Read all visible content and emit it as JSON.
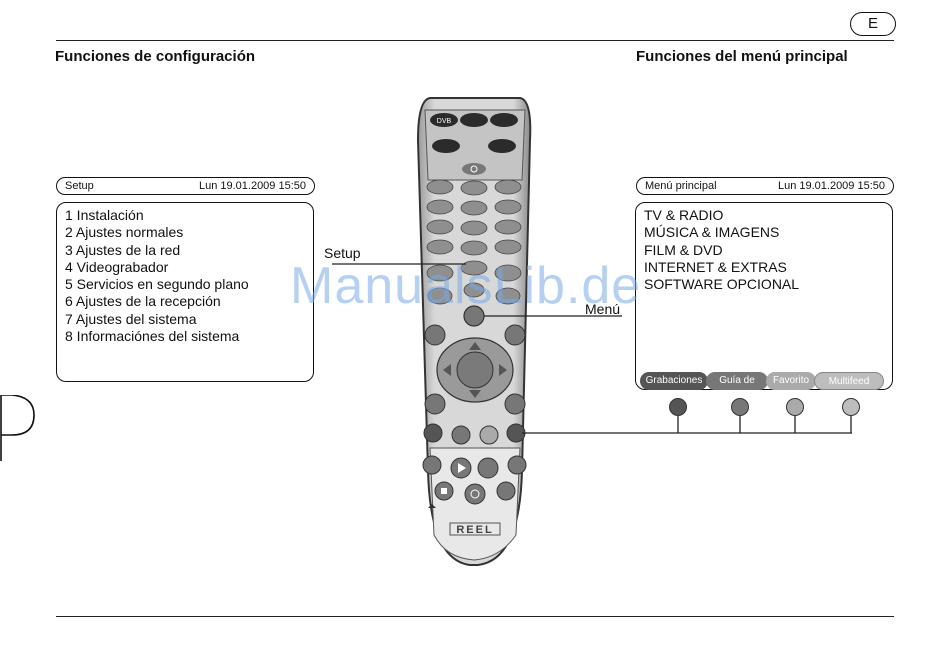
{
  "page": {
    "lang_badge": "E",
    "left_heading": "Funciones de configuración",
    "right_heading": "Funciones del menú principal",
    "setup_label": "Setup",
    "menu_label": "Menú",
    "watermark": "ManualsLib.de"
  },
  "setup_screen": {
    "title": "Setup",
    "datetime": "Lun 19.01.2009 15:50",
    "items": [
      "1 Instalación",
      "2 Ajustes normales",
      "3 Ajustes de la red",
      "4 Videograbador",
      "5 Servicios en segundo plano",
      "6 Ajustes de la recepción",
      "7 Ajustes del sistema",
      "8 Informaciónes del sistema"
    ]
  },
  "main_menu_screen": {
    "title": "Menú principal",
    "datetime": "Lun 19.01.2009 15:50",
    "items": [
      "TV & RADIO",
      "MÚSICA & IMAGENS",
      "FILM & DVD",
      "INTERNET & EXTRAS",
      "SOFTWARE OPCIONAL"
    ],
    "color_buttons": [
      "Grabaciones",
      "Guía de progr.",
      "Favorito",
      "Multifeed"
    ]
  },
  "remote": {
    "dvb_label": "DVB",
    "brand": "REEL",
    "power_icon": "power-icon"
  },
  "colors": {
    "button_dark": "#555555",
    "button_mid": "#777777",
    "button_light": "#aaaaaa",
    "button_lighter": "#bdbdbd"
  }
}
